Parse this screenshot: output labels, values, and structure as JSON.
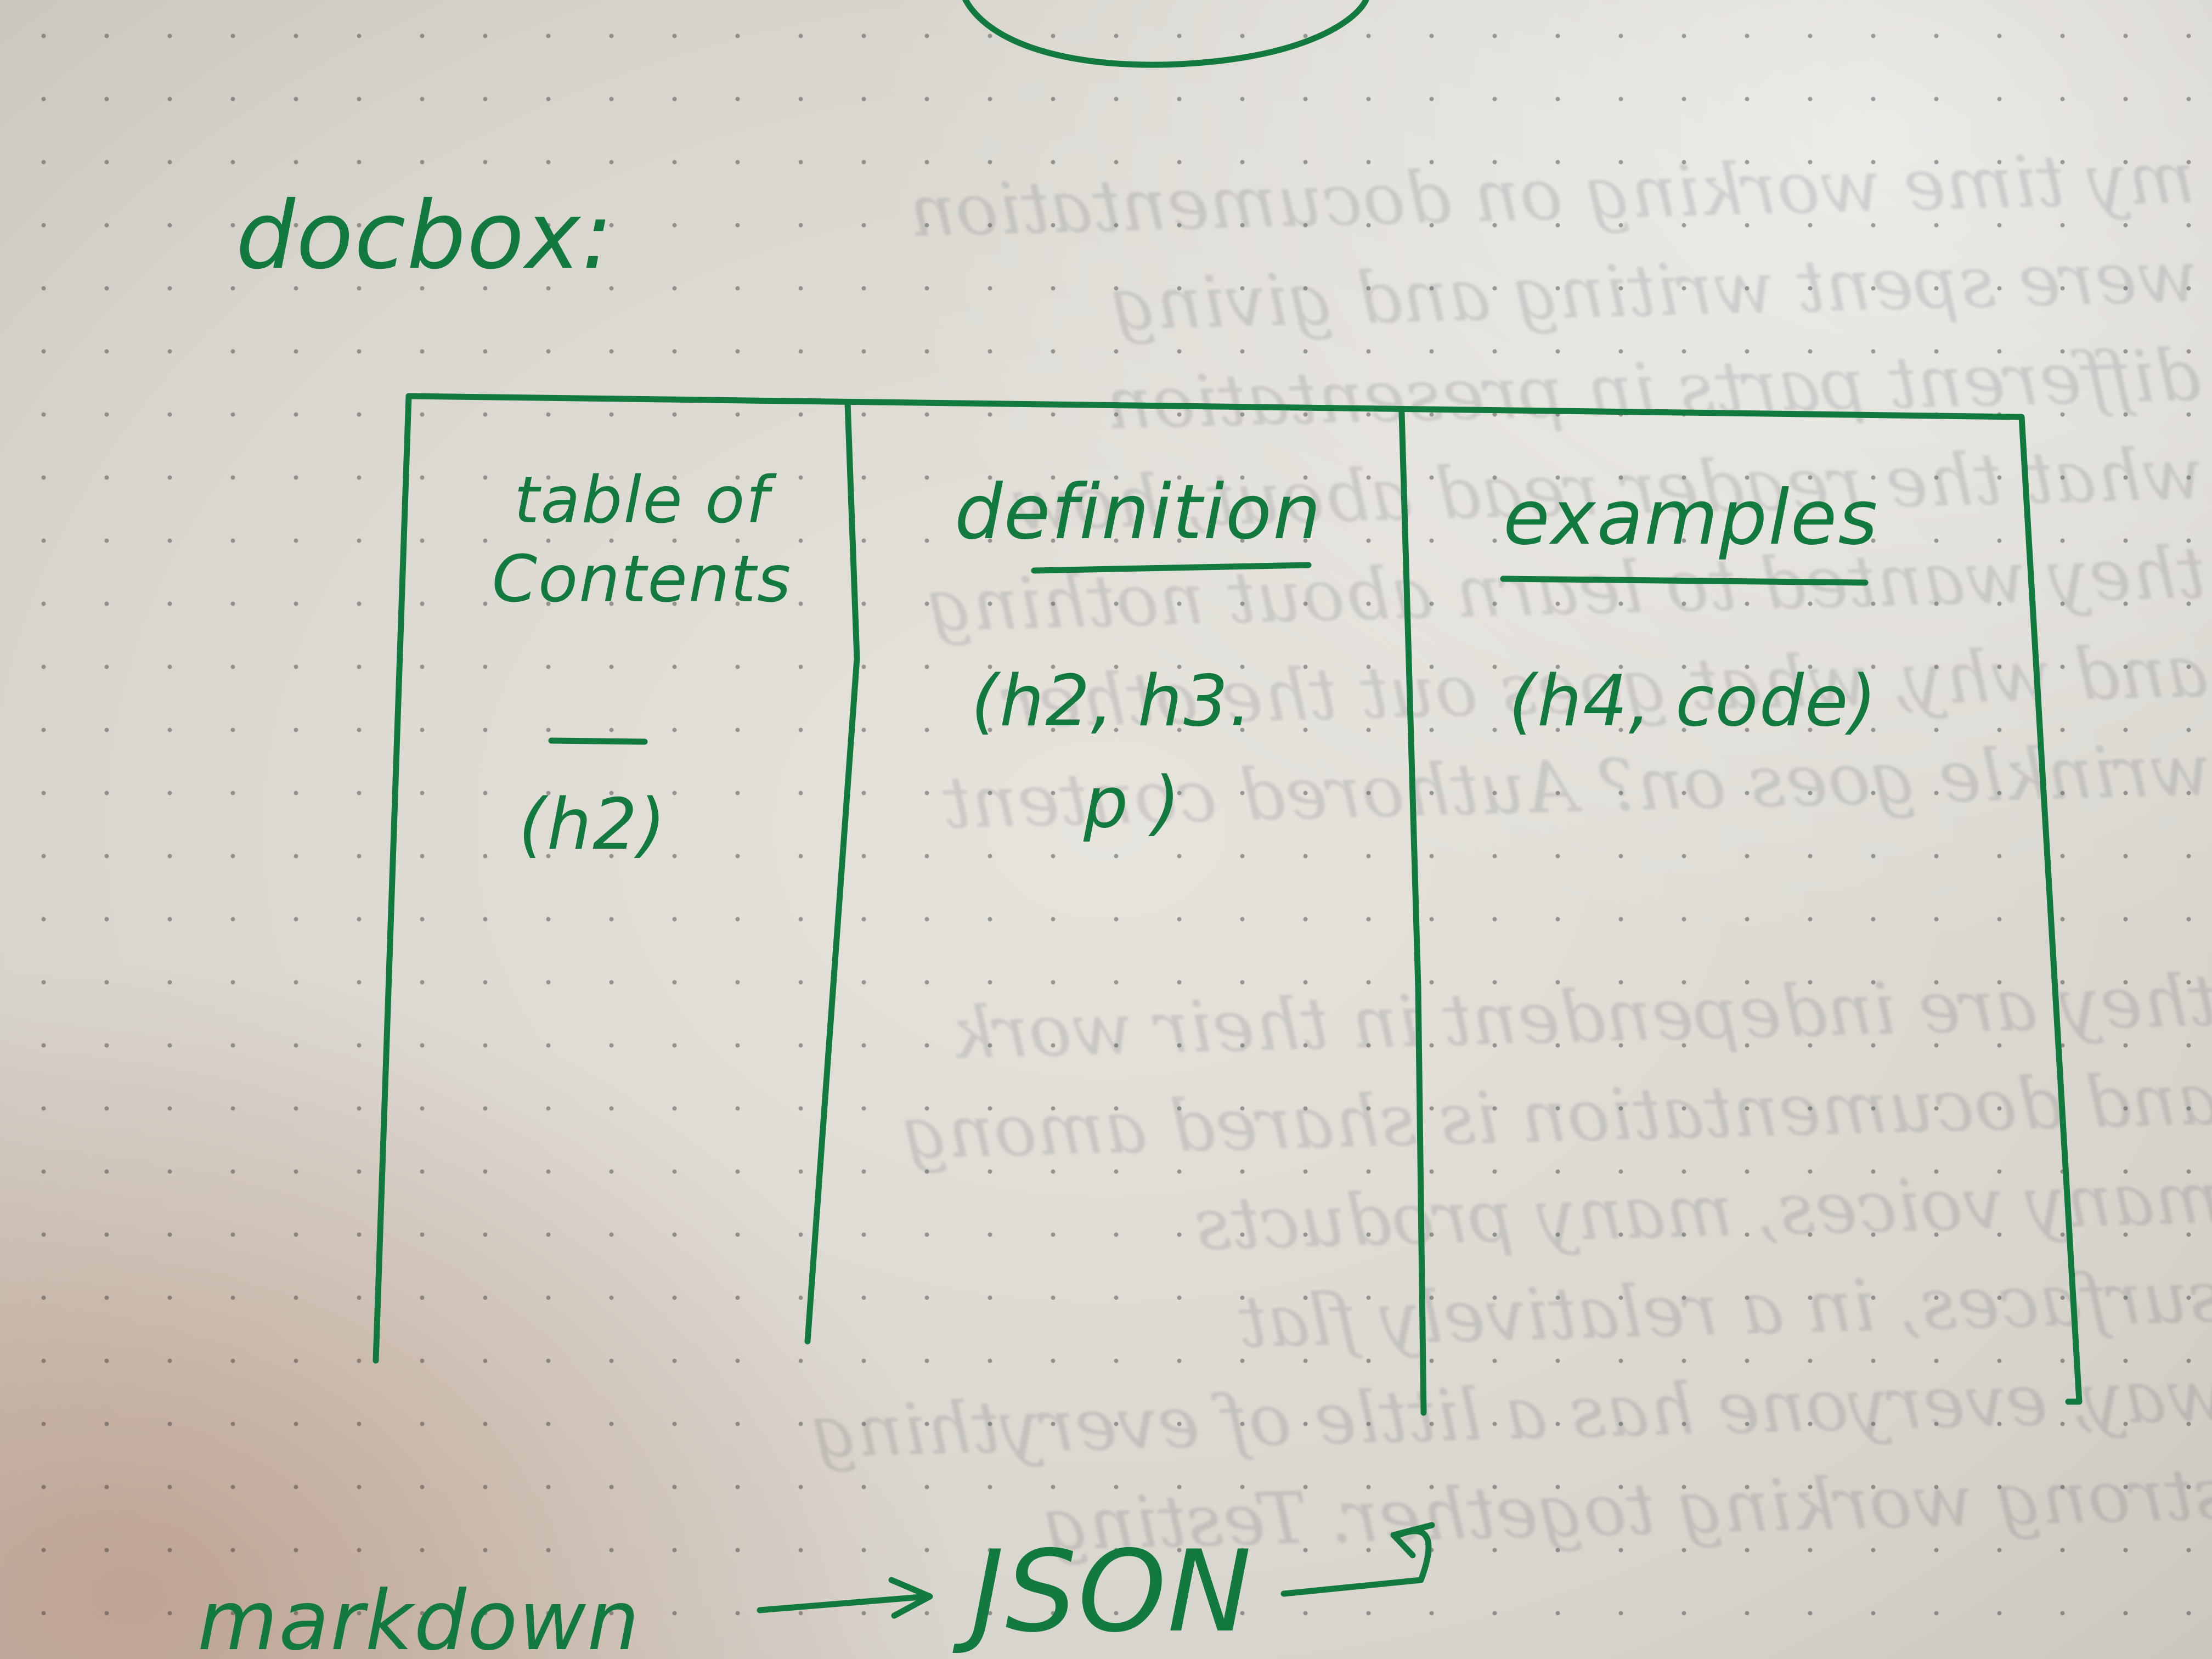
{
  "title": "docbox:",
  "columns": [
    {
      "name": "table of Contents",
      "tags": "(h2)"
    },
    {
      "name": "definition",
      "tags": [
        "(h2, h3.",
        "p )"
      ]
    },
    {
      "name": "examples",
      "tags": "(h4, code)"
    }
  ],
  "flow": {
    "from": "markdown",
    "to": "JSON"
  },
  "colors": {
    "ink": "#127a3e",
    "paper": "#dcd9d3"
  }
}
